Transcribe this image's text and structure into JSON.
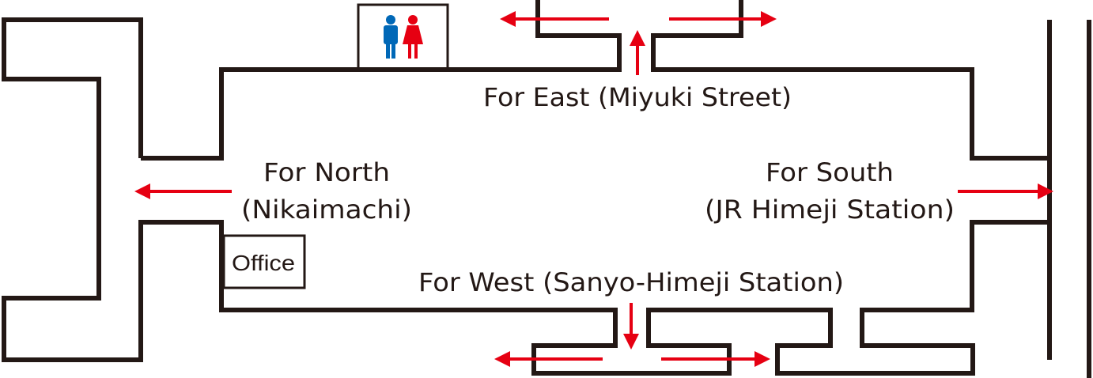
{
  "labels": {
    "east": "For East (Miyuki Street)",
    "north_line1": "For North",
    "north_line2": "(Nikaimachi)",
    "south_line1": "For South",
    "south_line2": "(JR Himeji Station)",
    "west": "For West (Sanyo-Himeji Station)",
    "office": "Office"
  },
  "icons": {
    "restroom": "restroom-icon",
    "man": "man-icon",
    "woman": "woman-icon"
  },
  "colors": {
    "walls": "#231815",
    "arrows": "#e60012",
    "man": "#0068b7",
    "woman": "#e60012"
  }
}
